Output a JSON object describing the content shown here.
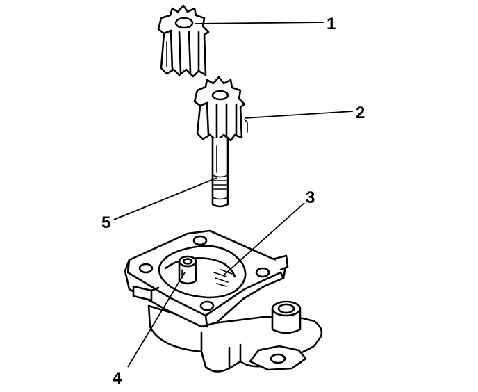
{
  "callouts": {
    "c1": "1",
    "c2": "2",
    "c3": "3",
    "c4": "4",
    "c5": "5"
  },
  "colors": {
    "ink": "#000000",
    "paper": "#ffffff"
  }
}
